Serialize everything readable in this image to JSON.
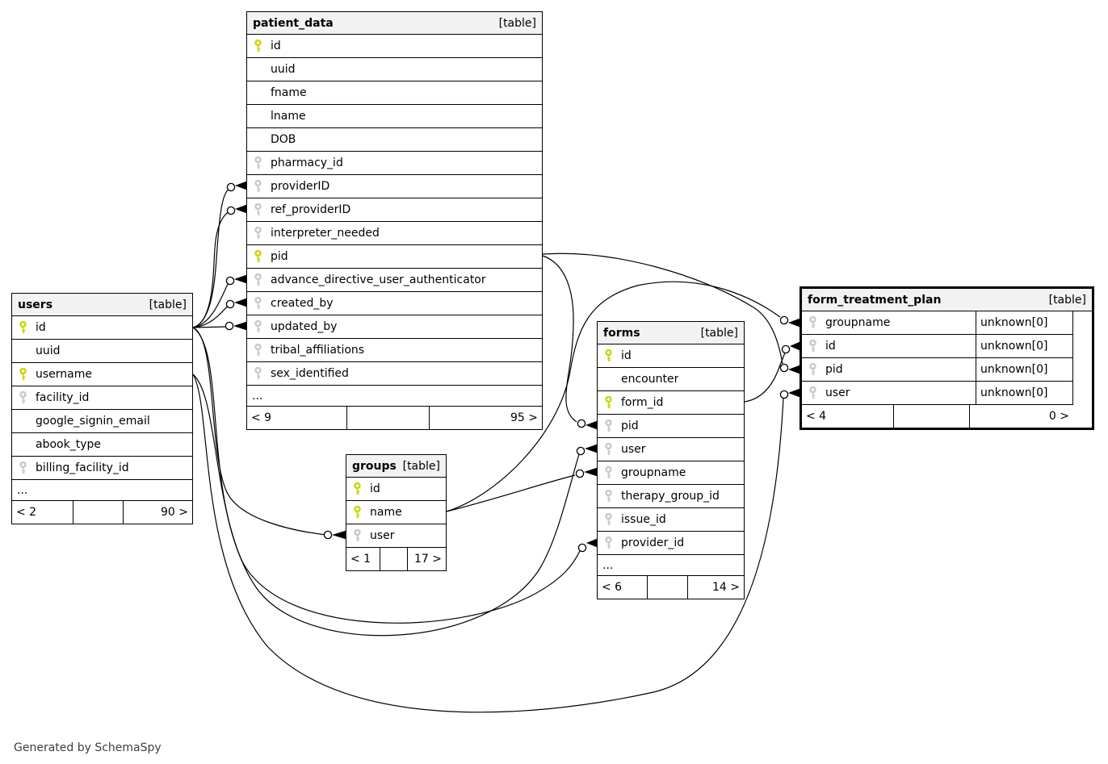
{
  "page": {
    "footer_note": "Generated by SchemaSpy"
  },
  "colors": {
    "primary_key_icon": "#ccd500",
    "foreign_key_icon": "#c9c9c9",
    "table_header_bg": "#f2f2f2",
    "border": "#000000"
  },
  "tables": [
    {
      "name": "users",
      "badge": "[table]",
      "columns": [
        {
          "name": "id",
          "key": "primary"
        },
        {
          "name": "uuid",
          "key": "none"
        },
        {
          "name": "username",
          "key": "primary"
        },
        {
          "name": "facility_id",
          "key": "fk"
        },
        {
          "name": "google_signin_email",
          "key": "none"
        },
        {
          "name": "abook_type",
          "key": "none"
        },
        {
          "name": "billing_facility_id",
          "key": "fk"
        }
      ],
      "ellipsis": "...",
      "footer": {
        "left": "< 2",
        "right": "90 >"
      }
    },
    {
      "name": "patient_data",
      "badge": "[table]",
      "columns": [
        {
          "name": "id",
          "key": "primary"
        },
        {
          "name": "uuid",
          "key": "none"
        },
        {
          "name": "fname",
          "key": "none"
        },
        {
          "name": "lname",
          "key": "none"
        },
        {
          "name": "DOB",
          "key": "none"
        },
        {
          "name": "pharmacy_id",
          "key": "fk"
        },
        {
          "name": "providerID",
          "key": "fk"
        },
        {
          "name": "ref_providerID",
          "key": "fk"
        },
        {
          "name": "interpreter_needed",
          "key": "fk"
        },
        {
          "name": "pid",
          "key": "primary"
        },
        {
          "name": "advance_directive_user_authenticator",
          "key": "fk"
        },
        {
          "name": "created_by",
          "key": "fk"
        },
        {
          "name": "updated_by",
          "key": "fk"
        },
        {
          "name": "tribal_affiliations",
          "key": "fk"
        },
        {
          "name": "sex_identified",
          "key": "fk"
        }
      ],
      "ellipsis": "...",
      "footer": {
        "left": "< 9",
        "right": "95 >"
      }
    },
    {
      "name": "groups",
      "badge": "[table]",
      "columns": [
        {
          "name": "id",
          "key": "primary"
        },
        {
          "name": "name",
          "key": "primary"
        },
        {
          "name": "user",
          "key": "fk"
        }
      ],
      "footer": {
        "left": "< 1",
        "right": "17 >"
      }
    },
    {
      "name": "forms",
      "badge": "[table]",
      "columns": [
        {
          "name": "id",
          "key": "primary"
        },
        {
          "name": "encounter",
          "key": "none"
        },
        {
          "name": "form_id",
          "key": "primary"
        },
        {
          "name": "pid",
          "key": "fk"
        },
        {
          "name": "user",
          "key": "fk"
        },
        {
          "name": "groupname",
          "key": "fk"
        },
        {
          "name": "therapy_group_id",
          "key": "fk"
        },
        {
          "name": "issue_id",
          "key": "fk"
        },
        {
          "name": "provider_id",
          "key": "fk"
        }
      ],
      "ellipsis": "...",
      "footer": {
        "left": "< 6",
        "right": "14 >"
      }
    },
    {
      "name": "form_treatment_plan",
      "badge": "[table]",
      "emphasized": true,
      "columns": [
        {
          "name": "groupname",
          "key": "fk",
          "type": "unknown[0]"
        },
        {
          "name": "id",
          "key": "fk",
          "type": "unknown[0]"
        },
        {
          "name": "pid",
          "key": "fk",
          "type": "unknown[0]"
        },
        {
          "name": "user",
          "key": "fk",
          "type": "unknown[0]"
        }
      ],
      "footer": {
        "left": "< 4",
        "right": "0 >"
      }
    }
  ],
  "relationships": [
    {
      "from": "users.id",
      "to": "patient_data.providerID"
    },
    {
      "from": "users.id",
      "to": "patient_data.ref_providerID"
    },
    {
      "from": "users.id",
      "to": "patient_data.advance_directive_user_authenticator"
    },
    {
      "from": "users.id",
      "to": "patient_data.created_by"
    },
    {
      "from": "users.id",
      "to": "patient_data.updated_by"
    },
    {
      "from": "users.id",
      "to": "groups.user"
    },
    {
      "from": "users.id",
      "to": "forms.provider_id"
    },
    {
      "from": "users.username",
      "to": "forms.user"
    },
    {
      "from": "users.username",
      "to": "form_treatment_plan.user"
    },
    {
      "from": "patient_data.pid",
      "to": "forms.pid"
    },
    {
      "from": "patient_data.pid",
      "to": "form_treatment_plan.pid"
    },
    {
      "from": "groups.name",
      "to": "forms.groupname"
    },
    {
      "from": "groups.name",
      "to": "form_treatment_plan.groupname"
    },
    {
      "from": "forms.form_id",
      "to": "form_treatment_plan.id"
    }
  ]
}
